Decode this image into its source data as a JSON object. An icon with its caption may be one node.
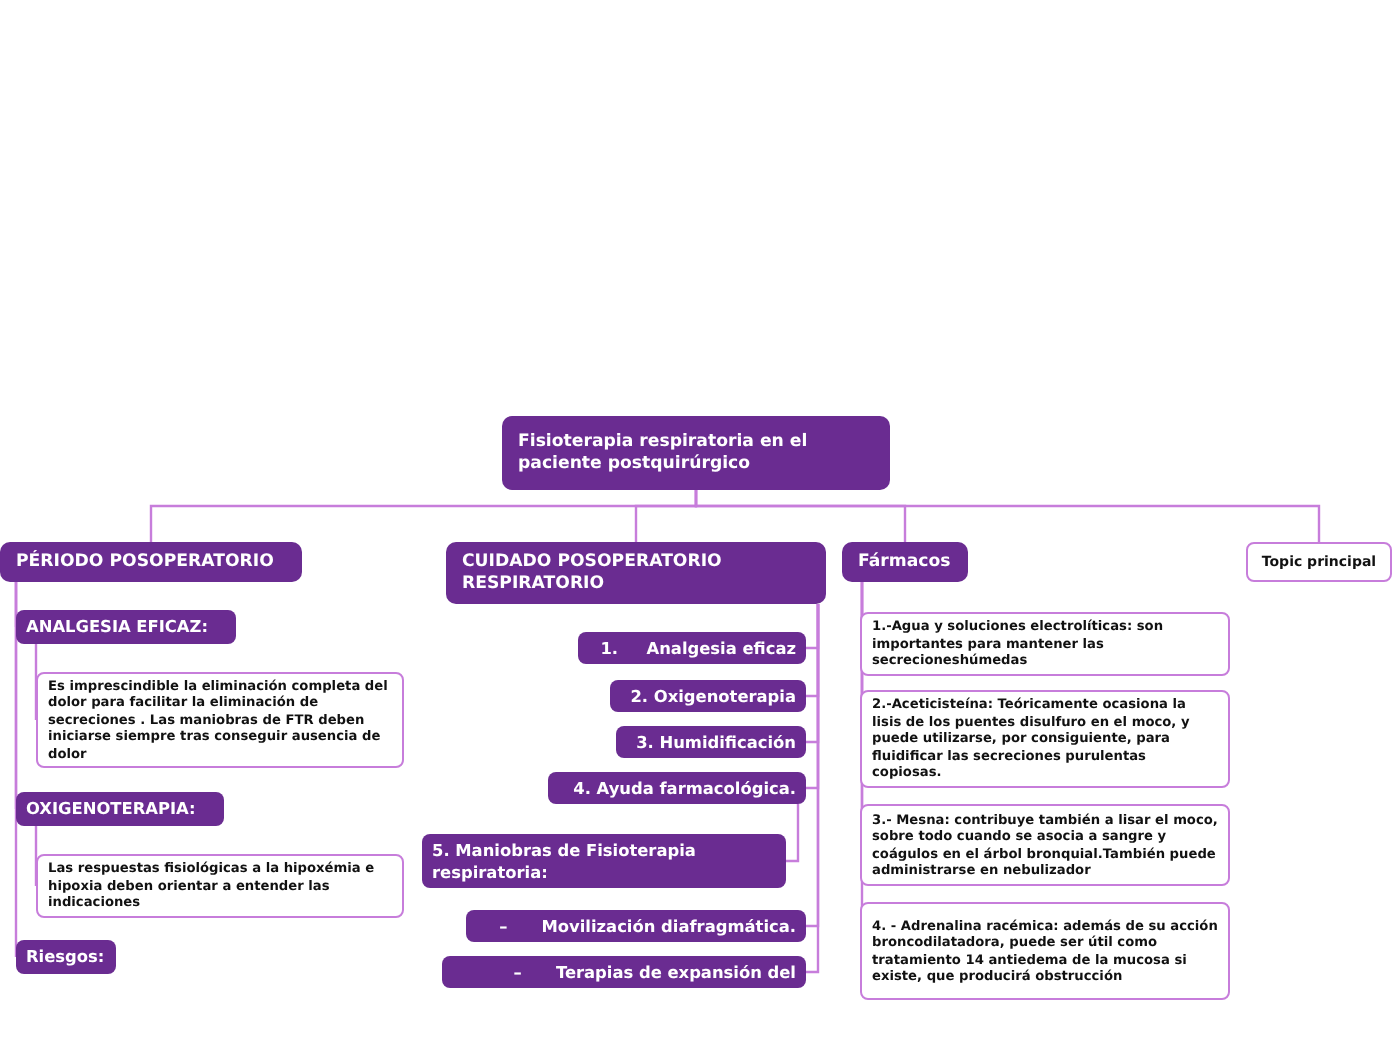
{
  "diagram": {
    "nodes": [
      {
        "text": [
          "Fisioterapia respiratoria en el paciente postquirúrgico"
        ]
      },
      {
        "text": [
          "PÉRIODO POSOPERATORIO"
        ]
      },
      {
        "text": [
          "ANALGESIA EFICAZ:"
        ]
      },
      {
        "text": [
          "Es imprescindible la eliminación completa del dolor para facilitar la eliminación de secreciones . Las maniobras de FTR deben iniciarse siempre tras conseguir ausencia de dolor"
        ]
      },
      {
        "text": [
          "OXIGENOTERAPIA:"
        ]
      },
      {
        "text": [
          "Las respuestas fisiológicas a la hipoxémia e hipoxia deben orientar a entender las indicaciones"
        ]
      },
      {
        "text": [
          "Riesgos:"
        ]
      },
      {
        "text": [
          "CUIDADO POSOPERATORIO RESPIRATORIO"
        ]
      },
      {
        "text": [
          "1.     Analgesia eficaz"
        ]
      },
      {
        "text": [
          "2. Oxigenoterapia"
        ]
      },
      {
        "text": [
          "3. Humidificación"
        ]
      },
      {
        "text": [
          "4. Ayuda farmacológica."
        ]
      },
      {
        "text": [
          "5. Maniobras de Fisioterapia respiratoria:"
        ]
      },
      {
        "text": [
          "–      Movilización diafragmática."
        ]
      },
      {
        "text": [
          "–      Terapias de expansión del"
        ]
      },
      {
        "text": [
          "Fármacos"
        ]
      },
      {
        "text": [
          "1.-Agua y soluciones electrolíticas: son importantes para mantener las secrecioneshúmedas"
        ]
      },
      {
        "text": [
          "2.-Aceticisteína: Teóricamente ocasiona la lisis de los puentes disulfuro en el moco, y puede utilizarse, por consiguiente, para fluidificar las secreciones purulentas copiosas."
        ]
      },
      {
        "text": [
          "3.- Mesna: contribuye también a lisar el moco, sobre todo cuando se asocia a sangre y coágulos en el árbol bronquial.También puede administrarse en nebulizador"
        ]
      },
      {
        "text": [
          "4. - Adrenalina racémica: además de su acción broncodilatadora, puede ser útil como tratamiento 14 antiedema de la mucosa si existe, que producirá obstrucción"
        ]
      },
      {
        "text": [
          "Topic principal"
        ]
      }
    ],
    "edges": [
      {
        "from": 0,
        "to": 1,
        "arrow": "none"
      },
      {
        "from": 0,
        "to": 7,
        "arrow": "none"
      },
      {
        "from": 0,
        "to": 15,
        "arrow": "none"
      },
      {
        "from": 0,
        "to": 20,
        "arrow": "none"
      },
      {
        "from": 1,
        "to": 2,
        "arrow": "none"
      },
      {
        "from": 1,
        "to": 4,
        "arrow": "none"
      },
      {
        "from": 1,
        "to": 6,
        "arrow": "none"
      },
      {
        "from": 2,
        "to": 3,
        "arrow": "none"
      },
      {
        "from": 4,
        "to": 5,
        "arrow": "none"
      },
      {
        "from": 7,
        "to": 8,
        "arrow": "none"
      },
      {
        "from": 7,
        "to": 9,
        "arrow": "none"
      },
      {
        "from": 7,
        "to": 10,
        "arrow": "none"
      },
      {
        "from": 7,
        "to": 11,
        "arrow": "none"
      },
      {
        "from": 11,
        "to": 12,
        "arrow": "none"
      },
      {
        "from": 7,
        "to": 13,
        "arrow": "none"
      },
      {
        "from": 7,
        "to": 14,
        "arrow": "none"
      },
      {
        "from": 15,
        "to": 16,
        "arrow": "none"
      },
      {
        "from": 15,
        "to": 17,
        "arrow": "none"
      },
      {
        "from": 15,
        "to": 18,
        "arrow": "none"
      },
      {
        "from": 15,
        "to": 19,
        "arrow": "none"
      }
    ]
  }
}
